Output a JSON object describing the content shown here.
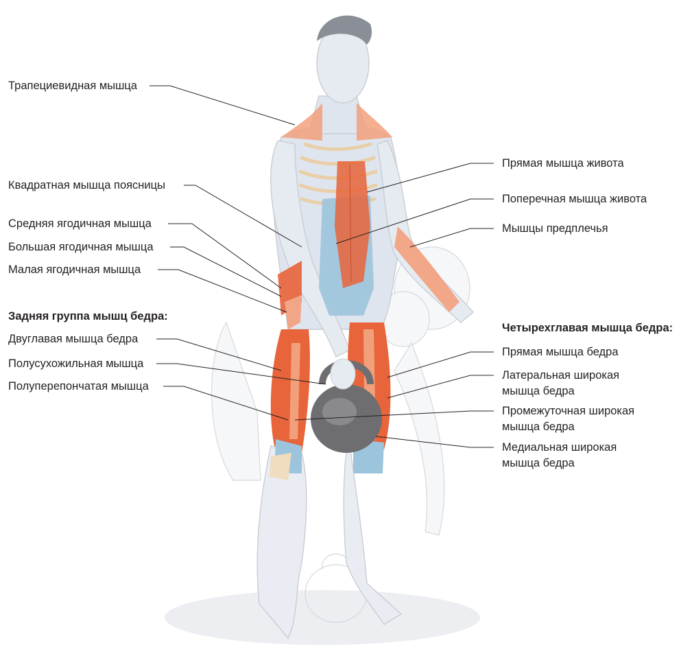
{
  "left_labels": {
    "trapezius": "Трапециевидная мышца",
    "quadratus_lumborum": "Квадратная мышца поясницы",
    "gluteus_medius": "Средняя ягодичная мышца",
    "gluteus_maximus": "Большая ягодичная мышца",
    "gluteus_minimus": "Малая ягодичная мышца",
    "hamstrings_heading": "Задняя группа мышц бедра:",
    "biceps_femoris": "Двуглавая мышца бедра",
    "semitendinosus": "Полусухожильная мышца",
    "semimembranosus": "Полуперепончатая мышца"
  },
  "right_labels": {
    "rectus_abdominis": "Прямая мышца живота",
    "transversus_abdominis": "Поперечная мышца живота",
    "forearm_muscles": "Мышцы предплечья",
    "quadriceps_heading": "Четырехглавая мышца бедра:",
    "rectus_femoris": "Прямая мышца бедра",
    "vastus_lateralis_1": "Латеральная широкая",
    "vastus_lateralis_2": "мышца бедра",
    "vastus_intermedius_1": "Промежуточная широкая",
    "vastus_intermedius_2": "мышца бедра",
    "vastus_medialis_1": "Медиальная широкая",
    "vastus_medialis_2": "мышца бедра"
  },
  "colors": {
    "muscle_active": "#e8643a",
    "muscle_light": "#f2a07c",
    "skin_outline": "#c9ccd2",
    "body_fill": "#dfe5ee",
    "bone": "#f0dcbf",
    "fascia": "#9cc4dc",
    "kettlebell": "#6e6e70"
  }
}
